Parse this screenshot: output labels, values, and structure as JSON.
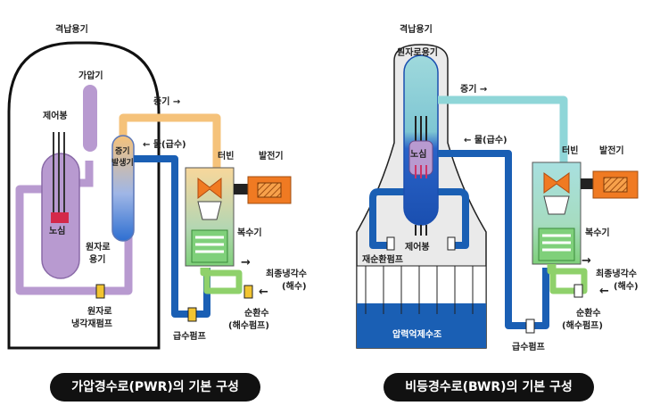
{
  "pwr": {
    "containment": "격납용기",
    "pressurizer": "가압기",
    "control_rod": "제어봉",
    "core": "노심",
    "reactor_vessel": [
      "원자로",
      "용기"
    ],
    "steam_generator": [
      "증기",
      "발생기"
    ],
    "steam": "증기 →",
    "water": "← 물(급수)",
    "turbine": "터빈",
    "generator": "발전기",
    "condenser": "복수기",
    "final_cooling": [
      "최종냉각수",
      "(해수)"
    ],
    "circulating": [
      "순환수",
      "(해수펌프)"
    ],
    "feed_pump": "급수펌프",
    "coolant_pump": [
      "원자로",
      "냉각재펌프"
    ],
    "caption": "가압경수로(PWR)의 기본 구성"
  },
  "bwr": {
    "containment": "격납용기",
    "reactor_vessel": "원자로용기",
    "steam": "증기 →",
    "water": "← 물(급수)",
    "core": "노심",
    "control_rod": "제어봉",
    "recirc_pump": "재순환펌프",
    "suppression": "압력억제수조",
    "turbine": "터빈",
    "generator": "발전기",
    "condenser": "복수기",
    "final_cooling": [
      "최종냉각수",
      "(해수)"
    ],
    "circulating": [
      "순환수",
      "(해수펌프)"
    ],
    "feed_pump": "급수펌프",
    "caption": "비등경수로(BWR)의 기본 구성"
  },
  "colors": {
    "steam_pwr": "#f5c27a",
    "steam_bwr": "#8fd6d8",
    "water_blue": "#1a5fb4",
    "primary_purple": "#b89ad0",
    "cooling_green": "#8fd16b",
    "turbine_orange": "#f07a22",
    "containment_gray": "#e6e6e6"
  }
}
